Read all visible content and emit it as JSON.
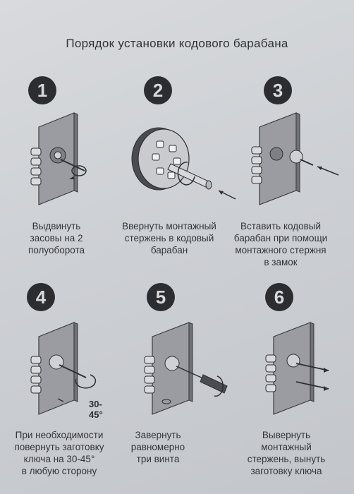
{
  "title": "Порядок установки кодового барабана",
  "steps": [
    {
      "number": "1",
      "caption": "Выдвинуть\nзасовы на 2\nполуоборота"
    },
    {
      "number": "2",
      "caption": "Ввернуть монтажный\nстержень в кодовый\nбарабан"
    },
    {
      "number": "3",
      "caption": "Вставить кодовый\nбарабан при помощи\nмонтажного стержня\nв замок"
    },
    {
      "number": "4",
      "caption": "При необходимости\nповернуть заготовку\nключа на 30-45°\nв любую сторону",
      "angle_label": "30-45°"
    },
    {
      "number": "5",
      "caption": "Завернуть\nравномерно\nтри винта"
    },
    {
      "number": "6",
      "caption": "Вывернуть\nмонтажный\nстержень, вынуть\nзаготовку ключа"
    }
  ]
}
